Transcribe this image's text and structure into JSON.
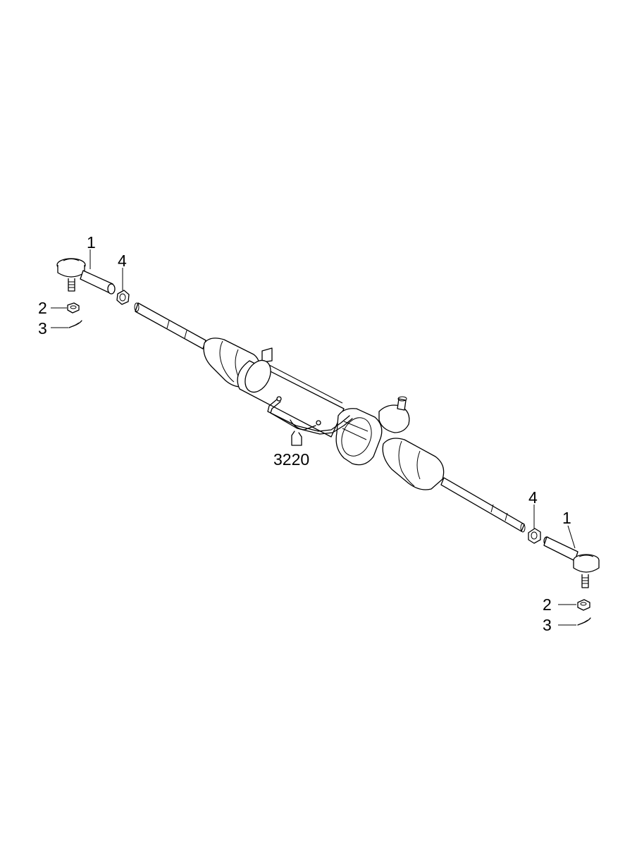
{
  "diagram": {
    "labels": {
      "left_tie_rod_end": "1",
      "left_nut": "2",
      "left_cotter_pin": "3",
      "left_lock_nut": "4",
      "right_tie_rod_end": "1",
      "right_nut": "2",
      "right_cotter_pin": "3",
      "right_lock_nut": "4",
      "ref_pipe": "3220"
    }
  }
}
